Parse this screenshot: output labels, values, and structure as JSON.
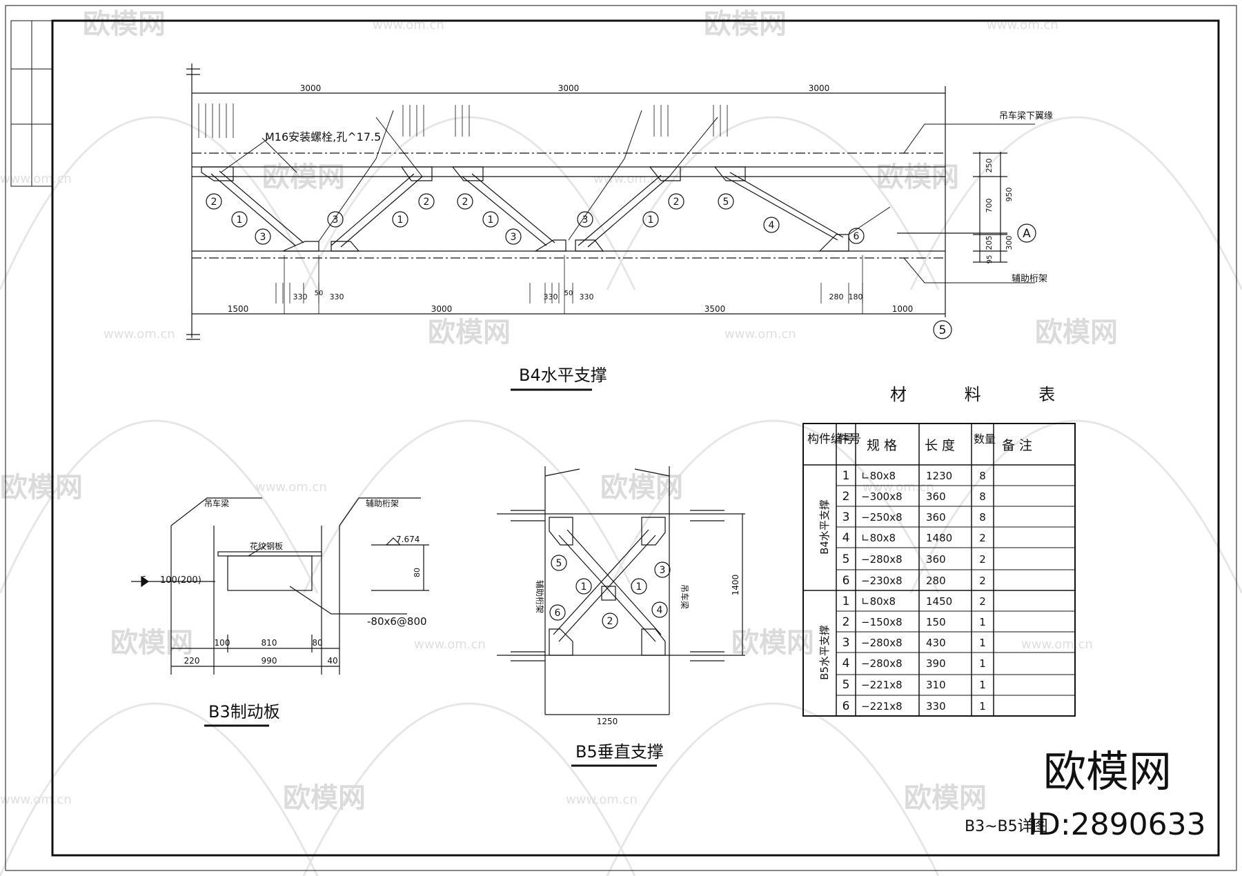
{
  "watermark": {
    "brand": "欧模网",
    "url": "www.om.cn",
    "id": "ID:2890633"
  },
  "sheet_title": "B3~B5详图",
  "b4": {
    "title": "B4水平支撑",
    "top_dims": [
      "3000",
      "3000",
      "3000"
    ],
    "bottom_dims": [
      "1500",
      "3000",
      "3500",
      "1000"
    ],
    "small_dims": [
      "330",
      "50",
      "330",
      "330",
      "50",
      "330",
      "280",
      "180"
    ],
    "right_dims": [
      "250",
      "700",
      "205",
      "95",
      "950",
      "300"
    ],
    "bolt_note": "M16安装螺栓,孔^17.5",
    "label_top_right": "吊车梁下翼缘",
    "label_bottom_right": "辅助桁架",
    "axis_a": "A",
    "axis_5": "5",
    "part_marks": [
      "1",
      "2",
      "3",
      "4",
      "5",
      "6"
    ]
  },
  "b3": {
    "title": "B3制动板",
    "label_crane_beam": "吊车梁",
    "label_aux_truss": "辅助桁架",
    "label_plate": "花纹钢板",
    "label_bar": "-80x6@800",
    "weld": "6",
    "weld_len": "100(200)",
    "elev": "7.674",
    "height": "80",
    "dims_top": [
      "100",
      "810",
      "80"
    ],
    "dims_bottom": [
      "220",
      "990",
      "40"
    ]
  },
  "b5": {
    "title": "B5垂直支撑",
    "label_left": "辅助桁架",
    "label_right": "吊车梁",
    "width": "1250",
    "height": "1400",
    "part_marks": [
      "1",
      "1",
      "2",
      "3",
      "4",
      "5",
      "6"
    ]
  },
  "material_table": {
    "title": "材 料 表",
    "headers": [
      "构件编号",
      "件号",
      "规 格",
      "长 度",
      "数量",
      "备 注"
    ],
    "groups": [
      {
        "name": "B4水平支撑",
        "rows": [
          [
            "1",
            "∟80x8",
            "1230",
            "8"
          ],
          [
            "2",
            "−300x8",
            "360",
            "8"
          ],
          [
            "3",
            "−250x8",
            "360",
            "8"
          ],
          [
            "4",
            "∟80x8",
            "1480",
            "2"
          ],
          [
            "5",
            "−280x8",
            "360",
            "2"
          ],
          [
            "6",
            "−230x8",
            "280",
            "2"
          ]
        ]
      },
      {
        "name": "B5水平支撑",
        "rows": [
          [
            "1",
            "∟80x8",
            "1450",
            "2"
          ],
          [
            "2",
            "−150x8",
            "150",
            "1"
          ],
          [
            "3",
            "−280x8",
            "430",
            "1"
          ],
          [
            "4",
            "−280x8",
            "390",
            "1"
          ],
          [
            "5",
            "−221x8",
            "310",
            "1"
          ],
          [
            "6",
            "−221x8",
            "330",
            "1"
          ]
        ]
      }
    ]
  }
}
